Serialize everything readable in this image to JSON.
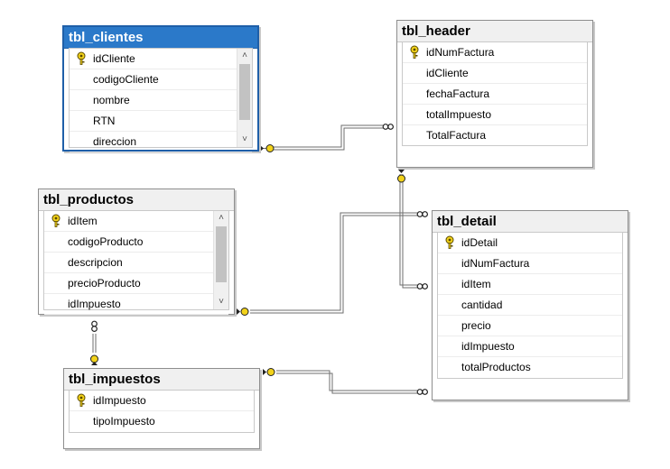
{
  "tables": [
    {
      "id": "clientes",
      "title": "tbl_clientes",
      "selected": true,
      "scroll": true,
      "columns": [
        {
          "name": "idCliente",
          "pk": true
        },
        {
          "name": "codigoCliente"
        },
        {
          "name": "nombre"
        },
        {
          "name": "RTN"
        },
        {
          "name": "direccion"
        }
      ]
    },
    {
      "id": "header",
      "title": "tbl_header",
      "selected": false,
      "scroll": false,
      "columns": [
        {
          "name": "idNumFactura",
          "pk": true
        },
        {
          "name": "idCliente"
        },
        {
          "name": "fechaFactura"
        },
        {
          "name": "totalImpuesto"
        },
        {
          "name": "TotalFactura"
        }
      ]
    },
    {
      "id": "productos",
      "title": "tbl_productos",
      "selected": false,
      "scroll": true,
      "columns": [
        {
          "name": "idItem",
          "pk": true
        },
        {
          "name": "codigoProducto"
        },
        {
          "name": "descripcion"
        },
        {
          "name": "precioProducto"
        },
        {
          "name": "idImpuesto"
        }
      ]
    },
    {
      "id": "detail",
      "title": "tbl_detail",
      "selected": false,
      "scroll": false,
      "columns": [
        {
          "name": "idDetail",
          "pk": true
        },
        {
          "name": "idNumFactura"
        },
        {
          "name": "idItem"
        },
        {
          "name": "cantidad"
        },
        {
          "name": "precio"
        },
        {
          "name": "idImpuesto"
        },
        {
          "name": "totalProductos"
        }
      ]
    },
    {
      "id": "impuestos",
      "title": "tbl_impuestos",
      "selected": false,
      "scroll": false,
      "columns": [
        {
          "name": "idImpuesto",
          "pk": true
        },
        {
          "name": "tipoImpuesto"
        }
      ]
    }
  ],
  "relationships": [
    {
      "from": "clientes",
      "to": "header"
    },
    {
      "from": "header",
      "to": "detail"
    },
    {
      "from": "productos",
      "to": "detail"
    },
    {
      "from": "impuestos",
      "to": "productos"
    },
    {
      "from": "impuestos",
      "to": "detail"
    }
  ],
  "icons": {
    "primary_key": "key-icon",
    "one_end": "key-icon",
    "many_end": "infinity-icon",
    "scroll_up": "chevron-up-icon",
    "scroll_down": "chevron-down-icon"
  },
  "colors": {
    "selected_title": "#2b79c9",
    "key": "#f2d21a",
    "line": "#6e6e6e"
  }
}
